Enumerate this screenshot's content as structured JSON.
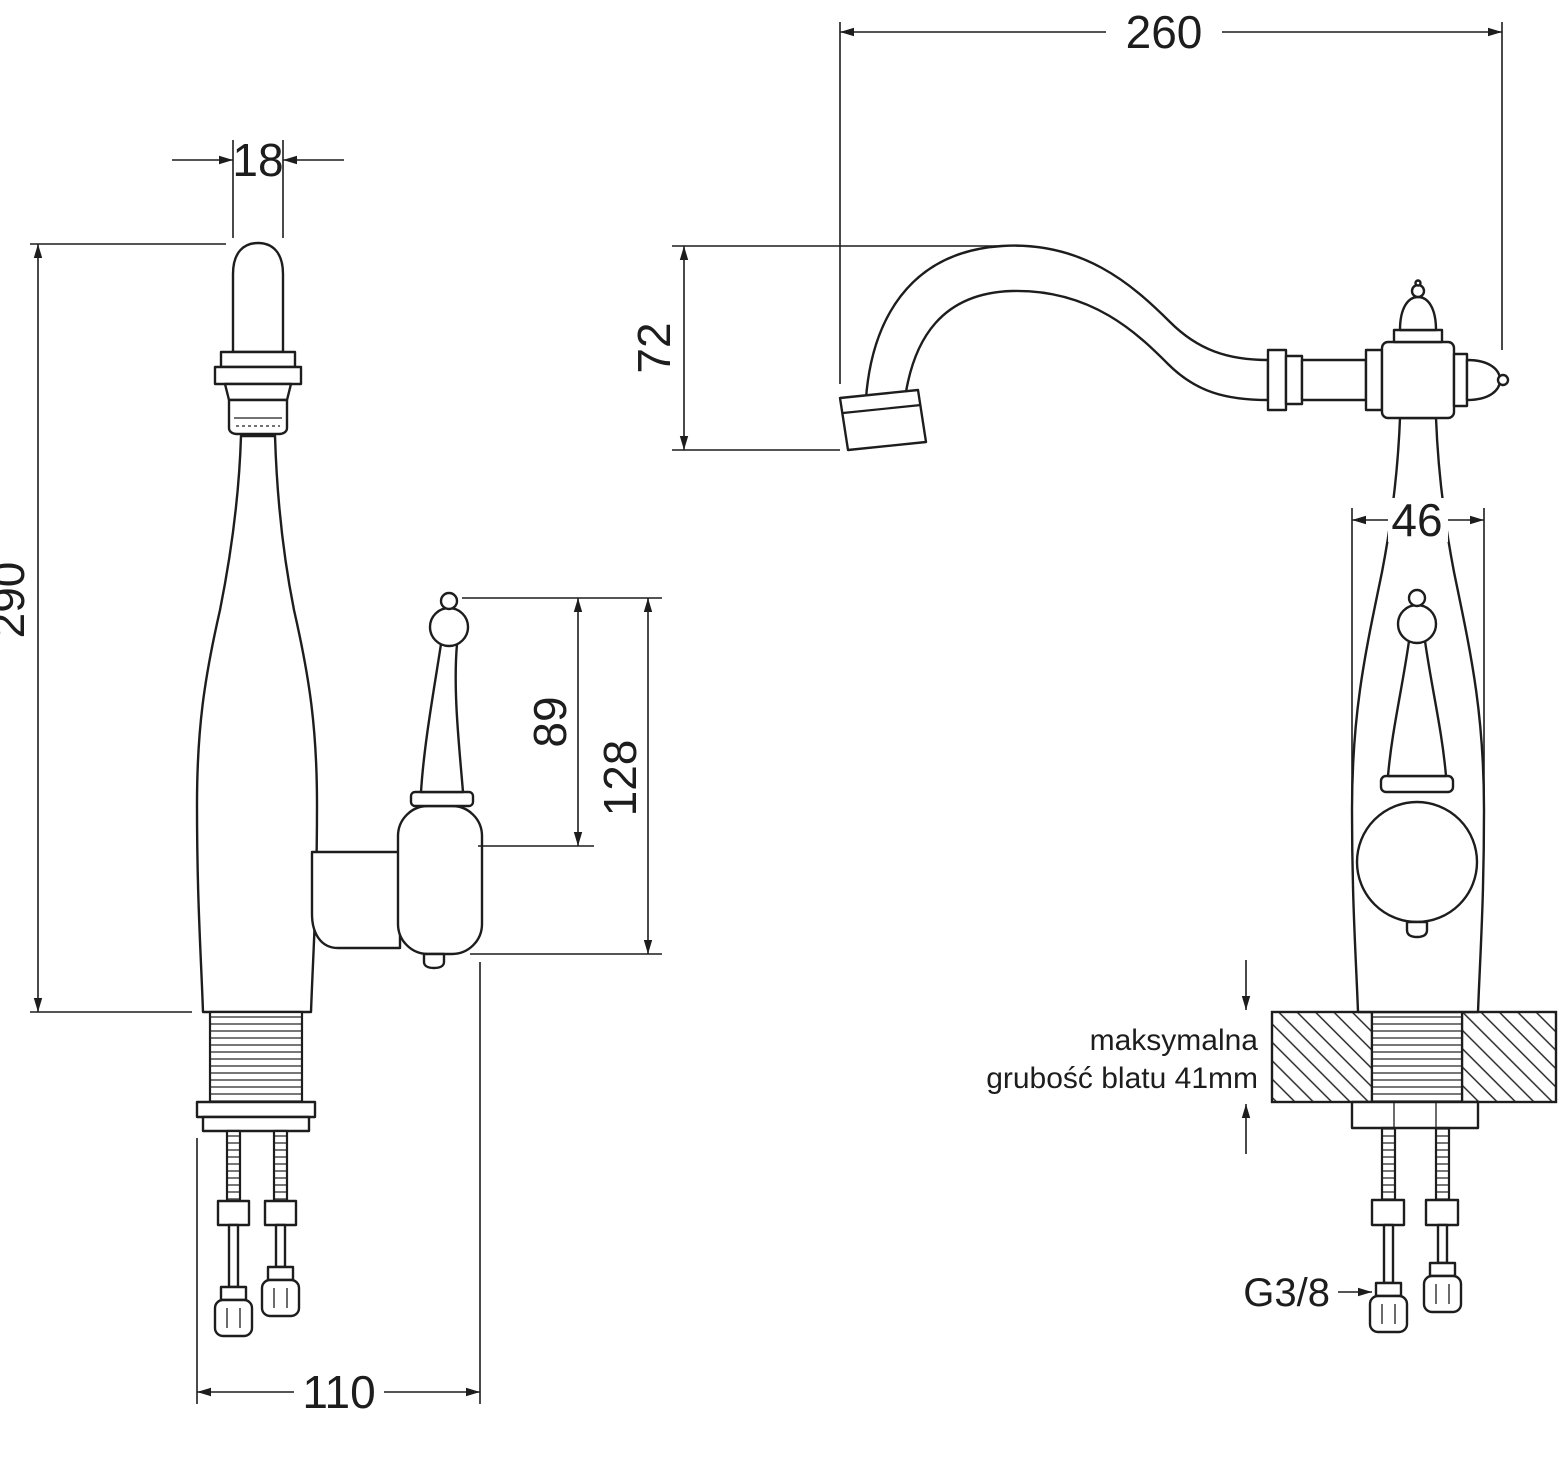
{
  "page": {
    "background": "#ffffff",
    "ink": "#1d1d1d"
  },
  "left_view": {
    "dims": {
      "spout_diameter": "18",
      "total_height": "290",
      "lever_upper": "89",
      "lever_total": "128",
      "base_depth": "110"
    }
  },
  "right_view": {
    "dims": {
      "spout_reach": "260",
      "spout_drop": "72",
      "body_width": "46"
    },
    "thread_label": "G3/8",
    "counter_note_line1": "maksymalna",
    "counter_note_line2": "grubość blatu 41mm"
  }
}
